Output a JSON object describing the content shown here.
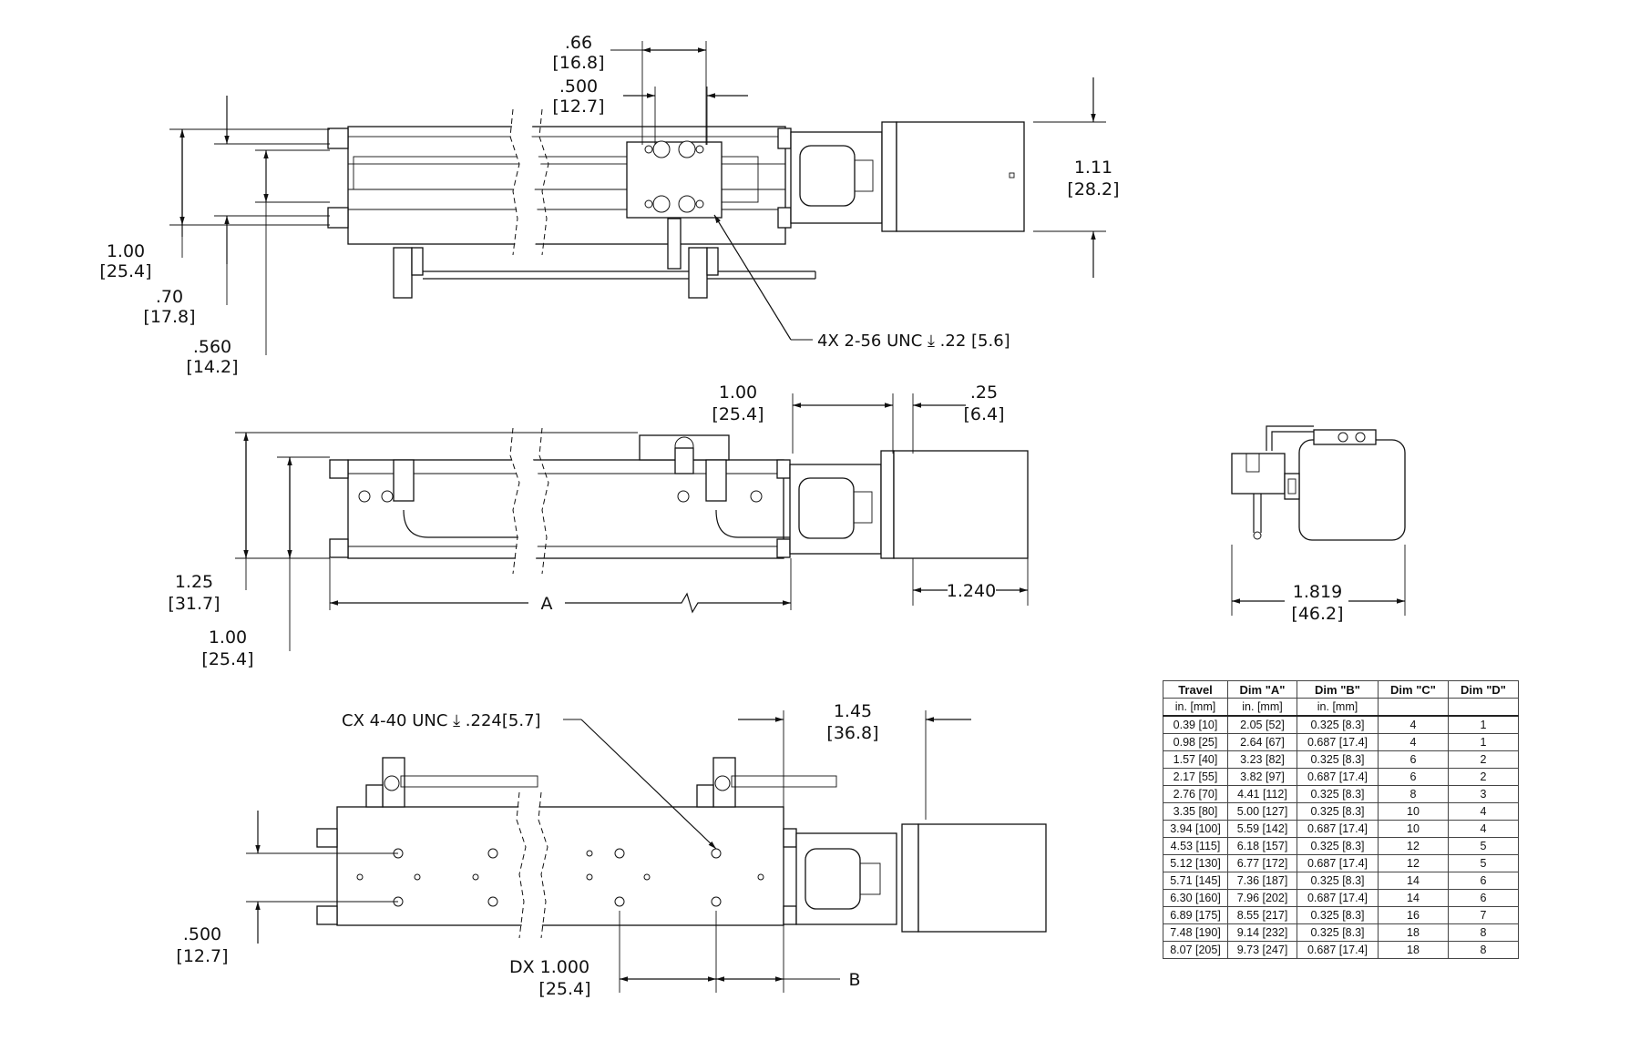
{
  "views": {
    "top": {
      "dims": {
        "d066": ".66",
        "d066_mm": "[16.8]",
        "d0500": ".500",
        "d0500_mm": "[12.7]",
        "d111": "1.11",
        "d111_mm": "[28.2]",
        "d100": "1.00",
        "d100_mm": "[25.4]",
        "d070": ".70",
        "d070_mm": "[17.8]",
        "d0560": ".560",
        "d0560_mm": "[14.2]"
      },
      "callout": "4X 2-56 UNC  ⤓ .22 [5.6]"
    },
    "side": {
      "dims": {
        "d100": "1.00",
        "d100_mm": "[25.4]",
        "d025": ".25",
        "d025_mm": "[6.4]",
        "d125": "1.25",
        "d125_mm": "[31.7]",
        "d100b": "1.00",
        "d100b_mm": "[25.4]",
        "dA": "A",
        "d1240": "1.240"
      }
    },
    "end": {
      "dims": {
        "d1819": "1.819",
        "d1819_mm": "[46.2]"
      }
    },
    "bottom": {
      "callout": "CX 4-40 UNC  ⤓ .224[5.7]",
      "dims": {
        "d145": "1.45",
        "d145_mm": "[36.8]",
        "d0500": ".500",
        "d0500_mm": "[12.7]",
        "dDX": "DX  1.000",
        "dDX_mm": "[25.4]",
        "dB": "B"
      }
    }
  },
  "table": {
    "headers": [
      "Travel",
      "Dim \"A\"",
      "Dim \"B\"",
      "Dim \"C\"",
      "Dim \"D\""
    ],
    "units": [
      "in. [mm]",
      "in. [mm]",
      "in. [mm]",
      "",
      ""
    ],
    "rows": [
      [
        "0.39 [10]",
        "2.05 [52]",
        "0.325 [8.3]",
        "4",
        "1"
      ],
      [
        "0.98 [25]",
        "2.64 [67]",
        "0.687 [17.4]",
        "4",
        "1"
      ],
      [
        "1.57 [40]",
        "3.23 [82]",
        "0.325 [8.3]",
        "6",
        "2"
      ],
      [
        "2.17 [55]",
        "3.82 [97]",
        "0.687 [17.4]",
        "6",
        "2"
      ],
      [
        "2.76 [70]",
        "4.41 [112]",
        "0.325 [8.3]",
        "8",
        "3"
      ],
      [
        "3.35 [80]",
        "5.00 [127]",
        "0.325 [8.3]",
        "10",
        "4"
      ],
      [
        "3.94 [100]",
        "5.59 [142]",
        "0.687 [17.4]",
        "10",
        "4"
      ],
      [
        "4.53 [115]",
        "6.18 [157]",
        "0.325 [8.3]",
        "12",
        "5"
      ],
      [
        "5.12 [130]",
        "6.77 [172]",
        "0.687 [17.4]",
        "12",
        "5"
      ],
      [
        "5.71 [145]",
        "7.36 [187]",
        "0.325 [8.3]",
        "14",
        "6"
      ],
      [
        "6.30 [160]",
        "7.96 [202]",
        "0.687 [17.4]",
        "14",
        "6"
      ],
      [
        "6.89 [175]",
        "8.55 [217]",
        "0.325 [8.3]",
        "16",
        "7"
      ],
      [
        "7.48 [190]",
        "9.14 [232]",
        "0.325 [8.3]",
        "18",
        "8"
      ],
      [
        "8.07 [205]",
        "9.73 [247]",
        "0.687 [17.4]",
        "18",
        "8"
      ]
    ]
  }
}
